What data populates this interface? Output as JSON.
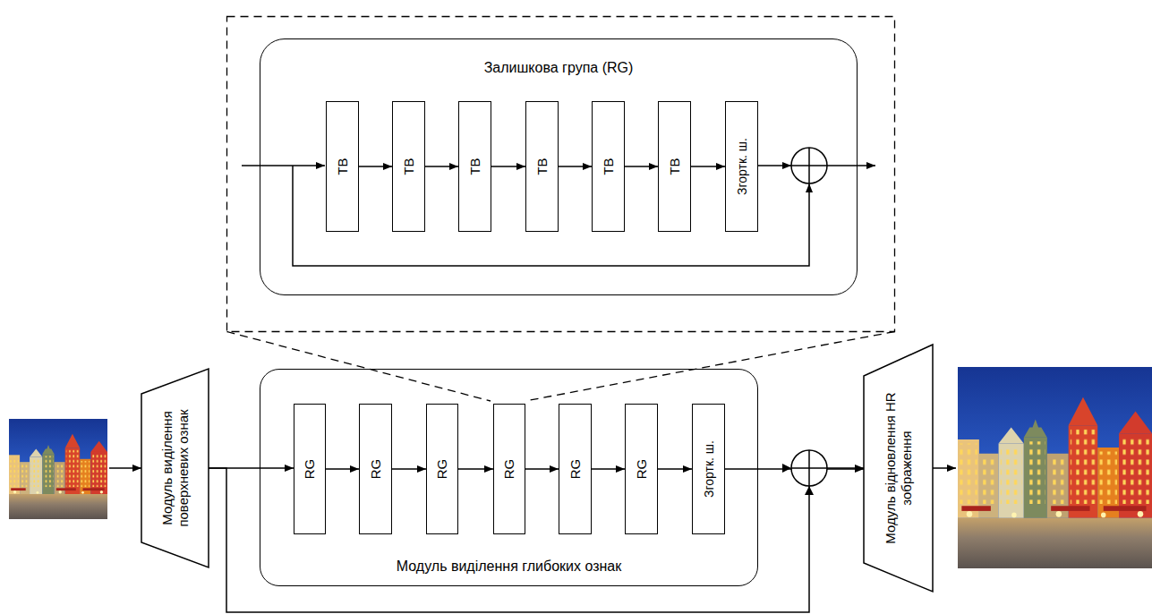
{
  "diagram": {
    "nodes": [
      {
        "text": [
          "Залишкова група (RG)"
        ]
      },
      {
        "text": [
          "ТВ"
        ],
        "in": 0
      },
      {
        "text": [
          "ТВ"
        ],
        "in": 0
      },
      {
        "text": [
          "ТВ"
        ],
        "in": 0
      },
      {
        "text": [
          "ТВ"
        ],
        "in": 0
      },
      {
        "text": [
          "ТВ"
        ],
        "in": 0
      },
      {
        "text": [
          "ТВ"
        ],
        "in": 0
      },
      {
        "text": [
          "Згортк. ш."
        ],
        "in": 0
      },
      {
        "text": [
          "Модуль виділення поверхневих ознак"
        ]
      },
      {
        "text": [
          "Модуль виділення глибоких ознак"
        ]
      },
      {
        "text": [
          "RG"
        ],
        "in": 9
      },
      {
        "text": [
          "RG"
        ],
        "in": 9
      },
      {
        "text": [
          "RG"
        ],
        "in": 9
      },
      {
        "text": [
          "RG"
        ],
        "in": 9
      },
      {
        "text": [
          "RG"
        ],
        "in": 9
      },
      {
        "text": [
          "RG"
        ],
        "in": 9
      },
      {
        "text": [
          "Згортк. ш."
        ],
        "in": 9
      },
      {
        "text": [
          "Модуль відновлення HR зображення"
        ]
      }
    ],
    "edges": [
      {
        "from": 1,
        "to": 2,
        "arrow": "to"
      },
      {
        "from": 2,
        "to": 3,
        "arrow": "to"
      },
      {
        "from": 3,
        "to": 4,
        "arrow": "to"
      },
      {
        "from": 4,
        "to": 5,
        "arrow": "to"
      },
      {
        "from": 5,
        "to": 6,
        "arrow": "to"
      },
      {
        "from": 6,
        "to": 7,
        "arrow": "to"
      },
      {
        "from": 8,
        "to": 10,
        "arrow": "to"
      },
      {
        "from": 10,
        "to": 11,
        "arrow": "to"
      },
      {
        "from": 11,
        "to": 12,
        "arrow": "to"
      },
      {
        "from": 12,
        "to": 13,
        "arrow": "to"
      },
      {
        "from": 13,
        "to": 14,
        "arrow": "to"
      },
      {
        "from": 14,
        "to": 15,
        "arrow": "to"
      },
      {
        "from": 15,
        "to": 16,
        "arrow": "to"
      },
      {
        "from": 16,
        "to": 17,
        "arrow": "to"
      },
      {
        "from": 8,
        "to": 17,
        "arrow": "to"
      }
    ]
  }
}
